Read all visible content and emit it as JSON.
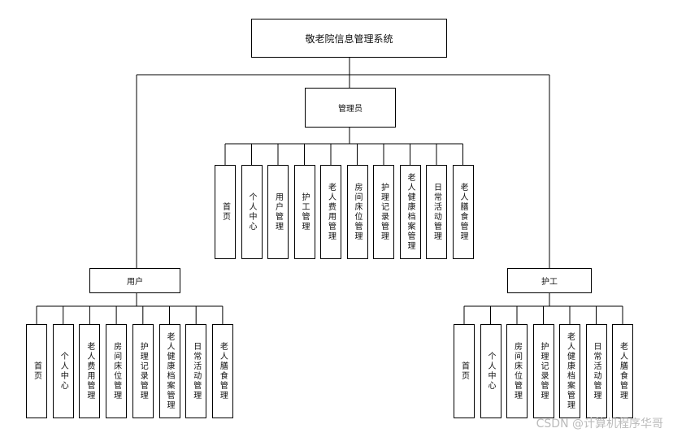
{
  "diagram": {
    "root": "敬老院信息管理系统",
    "admin": {
      "label": "管理员",
      "children": [
        "首页",
        "个人中心",
        "用户管理",
        "护工管理",
        "老人费用管理",
        "房间床位管理",
        "护理记录管理",
        "老人健康档案管理",
        "日常活动管理",
        "老人膳食管理"
      ]
    },
    "user": {
      "label": "用户",
      "children": [
        "首页",
        "个人中心",
        "老人费用管理",
        "房间床位管理",
        "护理记录管理",
        "老人健康档案管理",
        "日常活动管理",
        "老人膳食管理"
      ]
    },
    "nurse": {
      "label": "护工",
      "children": [
        "首页",
        "个人中心",
        "房间床位管理",
        "护理记录管理",
        "老人健康档案管理",
        "日常活动管理",
        "老人膳食管理"
      ]
    }
  },
  "watermark": "CSDN @计算机程序华哥"
}
